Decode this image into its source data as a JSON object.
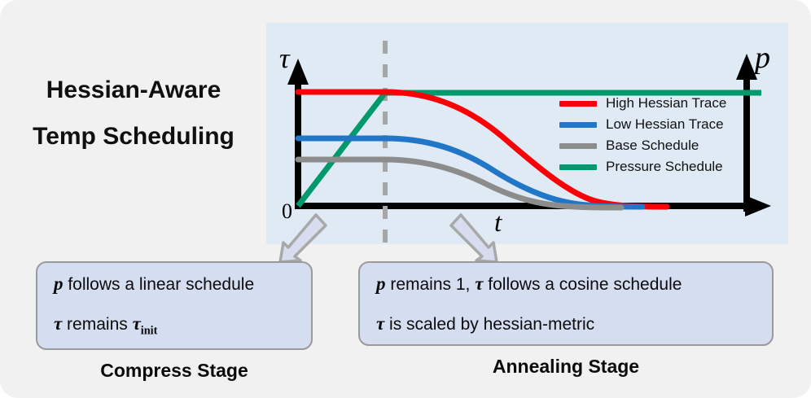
{
  "title": {
    "line1": "Hessian-Aware",
    "line2": "Temp Scheduling"
  },
  "chart_data": {
    "type": "line",
    "title": "",
    "xlabel": "t",
    "ylabel": "τ",
    "right_axis_label": "p",
    "origin_label": "0",
    "grid": false,
    "legend_position": "inside-right",
    "xlim": [
      0,
      1
    ],
    "ylim": [
      0,
      1
    ],
    "annotations": [
      {
        "name": "switch-point",
        "x": 0.25,
        "style": "dashed-vertical",
        "color": "#a6a6a6"
      }
    ],
    "series": [
      {
        "name": "High Hessian Trace",
        "color": "#fb0007",
        "x": [
          0.0,
          0.1,
          0.2,
          0.25,
          0.32,
          0.4,
          0.48,
          0.56,
          0.64,
          0.72,
          0.8,
          0.88,
          0.95,
          1.0
        ],
        "values": [
          0.82,
          0.82,
          0.82,
          0.82,
          0.8,
          0.75,
          0.67,
          0.56,
          0.44,
          0.3,
          0.17,
          0.07,
          0.02,
          0.0
        ]
      },
      {
        "name": "Low Hessian Trace",
        "color": "#2176c7",
        "x": [
          0.0,
          0.1,
          0.2,
          0.25,
          0.32,
          0.4,
          0.48,
          0.56,
          0.64,
          0.72,
          0.8,
          0.88,
          0.95,
          1.0
        ],
        "values": [
          0.5,
          0.5,
          0.5,
          0.5,
          0.49,
          0.46,
          0.41,
          0.35,
          0.28,
          0.2,
          0.12,
          0.05,
          0.01,
          0.0
        ]
      },
      {
        "name": "Base Schedule",
        "color": "#8c8c8c",
        "x": [
          0.0,
          0.1,
          0.2,
          0.25,
          0.32,
          0.4,
          0.48,
          0.56,
          0.64,
          0.72,
          0.8,
          0.88,
          0.95,
          1.0
        ],
        "values": [
          0.34,
          0.34,
          0.34,
          0.34,
          0.33,
          0.31,
          0.28,
          0.24,
          0.19,
          0.14,
          0.08,
          0.03,
          0.01,
          0.0
        ]
      },
      {
        "name": "Pressure Schedule",
        "color": "#00996b",
        "x": [
          0.0,
          0.25,
          1.0
        ],
        "values": [
          0.0,
          0.82,
          0.82
        ]
      }
    ],
    "legend": [
      {
        "label": "High Hessian Trace",
        "color": "#fb0007"
      },
      {
        "label": "Low Hessian Trace",
        "color": "#2176c7"
      },
      {
        "label": "Base Schedule",
        "color": "#8c8c8c"
      },
      {
        "label": "Pressure Schedule",
        "color": "#00996b"
      }
    ]
  },
  "stages": [
    {
      "id": "compress",
      "lines_html": [
        "<span class=\"mathit\">p</span> follows a linear schedule",
        "<span class=\"mathit\">τ</span> remains <span class=\"mathit\">τ<sub>init</sub></span>"
      ],
      "caption": "Compress Stage"
    },
    {
      "id": "annealing",
      "lines_html": [
        "<span class=\"mathit\">p</span> remains 1, <span class=\"mathit\">τ</span> follows a cosine schedule",
        "<span class=\"mathit\">τ</span> is scaled by hessian-metric"
      ],
      "caption": "Annealing Stage"
    }
  ],
  "colors": {
    "card_background": "#f1f1f1",
    "panel_background": "#dfeaf4",
    "box_fill": "#d5ddf1",
    "box_border": "#9a9a9a",
    "arrow_fill": "#d7ddee",
    "arrow_stroke": "#a8a8a8",
    "axis": "#000000"
  }
}
